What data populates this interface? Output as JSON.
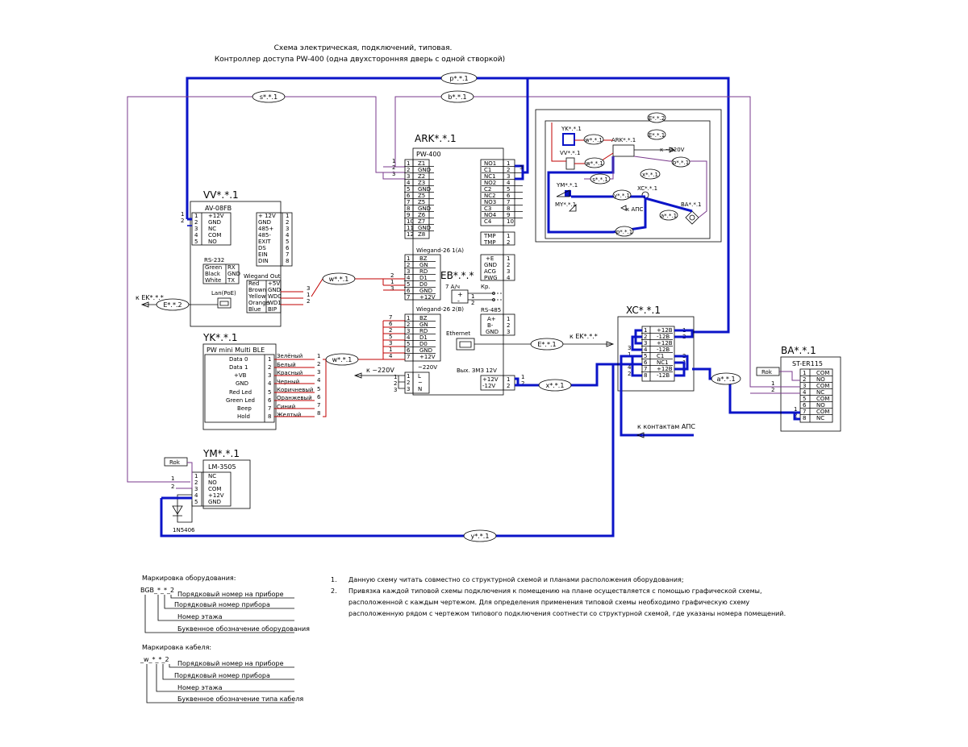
{
  "title": {
    "line1": "Схема электрическая,  подключений, типовая.",
    "line2": "Контроллер доступа PW-400 (одна двухсторонняя дверь с одной створкой)"
  },
  "cables": {
    "p": "p*.*.1",
    "s": "s*.*.1",
    "b": "b*.*.1",
    "w": "w*.*.1",
    "E2": "E*.*.2",
    "E1": "E*.*.1",
    "x": "x*.*.1",
    "y": "y*.*.1",
    "a": "a*.*.1"
  },
  "vv": {
    "ref": "VV*.*.1",
    "model": "AV-08FB",
    "left_pins": [
      [
        "1",
        "+12V"
      ],
      [
        "2",
        "GND"
      ],
      [
        "3",
        "NC"
      ],
      [
        "4",
        "COM"
      ],
      [
        "5",
        "NO"
      ]
    ],
    "right_pins": [
      [
        "+ 12V",
        "1"
      ],
      [
        "GND",
        "2"
      ],
      [
        "485+",
        "3"
      ],
      [
        "485-",
        "4"
      ],
      [
        "EXIT",
        "5"
      ],
      [
        "DS",
        "6"
      ],
      [
        "EIN",
        "7"
      ],
      [
        "DIN",
        "8"
      ]
    ],
    "rs232": "RS-232",
    "rs232_rows": [
      [
        "Green",
        "RX"
      ],
      [
        "Black",
        "GND"
      ],
      [
        "White",
        "TX"
      ]
    ],
    "wiegand_out": "Wiegand Out",
    "wiegand_rows": [
      [
        "Red",
        "+5V"
      ],
      [
        "Brown",
        "GND"
      ],
      [
        "Yellow",
        "WD0"
      ],
      [
        "Orange",
        "WD1"
      ],
      [
        "Blue",
        "BIP"
      ]
    ],
    "lan": "Lan(PoE)",
    "ek_left": "к EK*.*.*",
    "wire_nums": [
      "3",
      "1",
      "2"
    ],
    "top_nums": [
      "1",
      "2"
    ]
  },
  "yk": {
    "ref": "YK*.*.1",
    "model": "PW mini Multi BLE",
    "pins": [
      [
        "Data 0",
        "1"
      ],
      [
        "Data 1",
        "2"
      ],
      [
        "+VB",
        "3"
      ],
      [
        "GND",
        "4"
      ],
      [
        "Red Led",
        "5"
      ],
      [
        "Green Led",
        "6"
      ],
      [
        "Beep",
        "7"
      ],
      [
        "Hold",
        "8"
      ]
    ],
    "colors": [
      "Зелёный",
      "Белый",
      "Красный",
      "Черный",
      "Коричневый",
      "Оранжевый",
      "Синий",
      "Желтый"
    ],
    "wire_nums": [
      "1",
      "2",
      "3",
      "4",
      "5",
      "6",
      "7",
      "8"
    ]
  },
  "ym": {
    "ref": "YM*.*.1",
    "model": "LM-3505",
    "rok": "Rok",
    "pins": [
      [
        "1",
        "NC"
      ],
      [
        "2",
        "NO"
      ],
      [
        "3",
        "COM"
      ],
      [
        "4",
        "+12V"
      ],
      [
        "5",
        "GND"
      ]
    ],
    "diode": "1N5406",
    "wire_nums": [
      "1",
      "2"
    ]
  },
  "ark": {
    "ref": "ARK*.*.1",
    "model": "PW-400",
    "left_pins": [
      [
        "1",
        "Z1"
      ],
      [
        "2",
        "GND"
      ],
      [
        "3",
        "Z2"
      ],
      [
        "4",
        "Z3"
      ],
      [
        "5",
        "GND"
      ],
      [
        "6",
        "Z5"
      ],
      [
        "7",
        "Z5"
      ],
      [
        "8",
        "GND"
      ],
      [
        "9",
        "Z6"
      ],
      [
        "10",
        "Z7"
      ],
      [
        "11",
        "GND"
      ],
      [
        "12",
        "Z8"
      ]
    ],
    "right_pins": [
      [
        "NO1",
        "1"
      ],
      [
        "C1",
        "2"
      ],
      [
        "NC1",
        "3"
      ],
      [
        "NO2",
        "4"
      ],
      [
        "C2",
        "5"
      ],
      [
        "NC2",
        "6"
      ],
      [
        "NO3",
        "7"
      ],
      [
        "C3",
        "8"
      ],
      [
        "NO4",
        "9"
      ],
      [
        "C4",
        "10"
      ]
    ],
    "tmp_rows": [
      [
        "TMP",
        "1"
      ],
      [
        "TMP",
        "2"
      ]
    ],
    "wg1_title": "Wiegand-26 1(A)",
    "wg1_pins": [
      [
        "1",
        "BZ"
      ],
      [
        "2",
        "GN"
      ],
      [
        "3",
        "RD"
      ],
      [
        "4",
        "D1"
      ],
      [
        "5",
        "D0"
      ],
      [
        "6",
        "GND"
      ],
      [
        "7",
        "+12V"
      ]
    ],
    "rs485_side": [
      [
        "+E",
        "1"
      ],
      [
        "GND",
        "2"
      ],
      [
        "ACG",
        "3"
      ],
      [
        "PWG",
        "4"
      ]
    ],
    "wg2_title": "Wiegand-26 2(B)",
    "wg2_pins": [
      [
        "1",
        "BZ"
      ],
      [
        "2",
        "GN"
      ],
      [
        "3",
        "RD"
      ],
      [
        "4",
        "D1"
      ],
      [
        "5",
        "D0"
      ],
      [
        "6",
        "GND"
      ],
      [
        "7",
        "+12V"
      ]
    ],
    "rs485": "RS-485",
    "rs485_rows": [
      [
        "A+",
        "1"
      ],
      [
        "B-",
        "2"
      ],
      [
        "GND",
        "3"
      ]
    ],
    "ethernet": "Ethernet",
    "ek_right": "к EK*.*.*",
    "power_in": "~220V",
    "power_rows": [
      [
        "1",
        "L"
      ],
      [
        "2",
        "~"
      ],
      [
        "3",
        "N"
      ]
    ],
    "power_out": "Вых. ЗМЗ 12V",
    "out_rows": [
      [
        "+12V",
        "1"
      ],
      [
        "-12V",
        "2"
      ]
    ],
    "feed": "к ~220V",
    "wg1_wire": [
      "2",
      "1",
      "3"
    ],
    "wg2_wire": [
      "7",
      "6",
      "2",
      "5",
      "3",
      "1",
      "4"
    ],
    "top_wire": [
      "1",
      "2",
      "3"
    ],
    "relay_wire": "3"
  },
  "eb": {
    "ref": "EB*.*.*",
    "rating": "7 А/ч",
    "kp": "Кр."
  },
  "xc": {
    "ref": "XC*.*.1",
    "rows": [
      [
        "1",
        "+12В"
      ],
      [
        "2",
        "-12В"
      ],
      [
        "3",
        "+12В"
      ],
      [
        "4",
        "-12В"
      ],
      [
        "5",
        "C1"
      ],
      [
        "6",
        "NC1"
      ],
      [
        "7",
        "+12В"
      ],
      [
        "8",
        "-12В"
      ]
    ],
    "aps": "к контактам АПС",
    "nums_right": [
      "1",
      "2",
      "2",
      "1"
    ],
    "nums_left": [
      "3",
      "1",
      "4",
      "2"
    ]
  },
  "ba": {
    "ref": "BA*.*.1",
    "model": "ST-ER115",
    "rok": "Rok",
    "pins": [
      [
        "1",
        "COM"
      ],
      [
        "2",
        "NO"
      ],
      [
        "3",
        "COM"
      ],
      [
        "4",
        "NC"
      ],
      [
        "5",
        "COM"
      ],
      [
        "6",
        "NO"
      ],
      [
        "7",
        "COM"
      ],
      [
        "8",
        "NC"
      ]
    ],
    "wire_nums": [
      "1",
      "2",
      "1",
      "2"
    ]
  },
  "inset": {
    "yk": "YK*.*.1",
    "vv": "VV*.*.1",
    "ym": "YM*.*.1",
    "my": "MY*.*.1",
    "ark": "ARK*.*.1",
    "xc": "XC*.*.1",
    "ba": "BA*.*.1",
    "to220": "к ~220V",
    "aps": "к АПС",
    "tags": {
      "e2": "E*.*.2",
      "e1": "E*.*.1",
      "w1": "w*.*.1",
      "w2": "w*.*.1",
      "s": "s*.*.1",
      "x": "x*.*.1",
      "b": "b*.*.1",
      "y": "y*.*.1",
      "a": "a*.*.1",
      "p": "p*.*.1"
    }
  },
  "legend_equipment": {
    "title": "Маркировка оборудования:",
    "code": "BGB_*_*_2",
    "items": [
      "Порядковый номер на приборе",
      "Порядковый номер прибора",
      "Номер этажа",
      "Буквенное обозначение оборудования"
    ]
  },
  "legend_cable": {
    "title": "Маркировка кабеля:",
    "code": "_w_*_*_2",
    "items": [
      "Порядковый номер на приборе",
      "Порядковый номер прибора",
      "Номер этажа",
      "Буквенное обозначение типа кабеля"
    ]
  },
  "notes": [
    {
      "num": "1.",
      "lines": [
        "Данную схему читать совместно со структурной схемой и планами расположения оборудования;"
      ]
    },
    {
      "num": "2.",
      "lines": [
        "Привязка каждой типовой схемы подключения к помещению на плане осуществляется с помощью графической схемы,",
        "расположенной с каждым чертежом. Для определения применения типовой схемы необходимо графическую схему",
        "расположенную рядом с чертежом типового подключения соотнести со структурной схемой, где указаны номера помещений."
      ]
    }
  ]
}
